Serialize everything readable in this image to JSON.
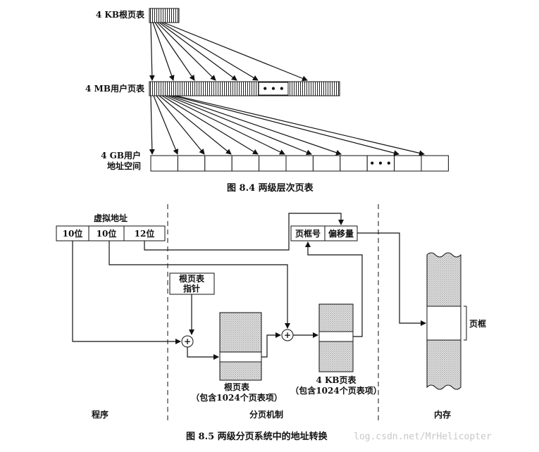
{
  "fig84": {
    "root_label": "4 KB根页表",
    "user_label": "4 MB用户页表",
    "space_label_1": "4 GB用户",
    "space_label_2": "地址空间",
    "caption": "图 8.4    两级层次页表",
    "ellipsis": "• • •"
  },
  "fig85": {
    "va_title": "虚拟地址",
    "va_f1": "10位",
    "va_f2": "10位",
    "va_f3": "12位",
    "pa_f1": "页框号",
    "pa_f2": "偏移量",
    "ptr_line1": "根页表",
    "ptr_line2": "指针",
    "plus": "+",
    "root_table": "根页表",
    "root_table_sub": "（包含1024个页表项）",
    "kb_table": "4 KB页表",
    "kb_table_sub": "（包含1024个页表项）",
    "frame": "页框",
    "sec_program": "程序",
    "sec_paging": "分页机制",
    "sec_memory": "内存",
    "caption": "图 8.5    两级分页系统中的地址转换"
  },
  "watermark": "log.csdn.net/MrHelicopter"
}
